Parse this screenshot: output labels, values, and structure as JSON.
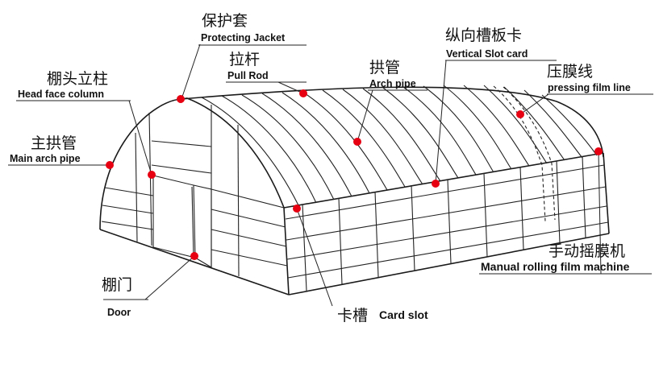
{
  "labels": {
    "protecting_jacket": {
      "cn": "保护套",
      "en": "Protecting Jacket"
    },
    "pull_rod": {
      "cn": "拉杆",
      "en": "Pull Rod"
    },
    "arch_pipe": {
      "cn": "拱管",
      "en": "Arch pipe"
    },
    "vertical_slot_card": {
      "cn": "纵向槽板卡",
      "en": "Vertical Slot card"
    },
    "pressing_film_line": {
      "cn": "压膜线",
      "en": "pressing film line"
    },
    "head_face_column": {
      "cn": "棚头立柱",
      "en": "Head face column"
    },
    "main_arch_pipe": {
      "cn": "主拱管",
      "en": "Main arch pipe"
    },
    "manual_rolling": {
      "cn": "手动摇膜机",
      "en": "Manual rolling film machine"
    },
    "door": {
      "cn": "棚门",
      "en": "Door"
    },
    "card_slot": {
      "cn": "卡槽",
      "en": "Card slot"
    }
  },
  "colors": {
    "marker": "#e60012",
    "line": "#1a1a1a"
  }
}
